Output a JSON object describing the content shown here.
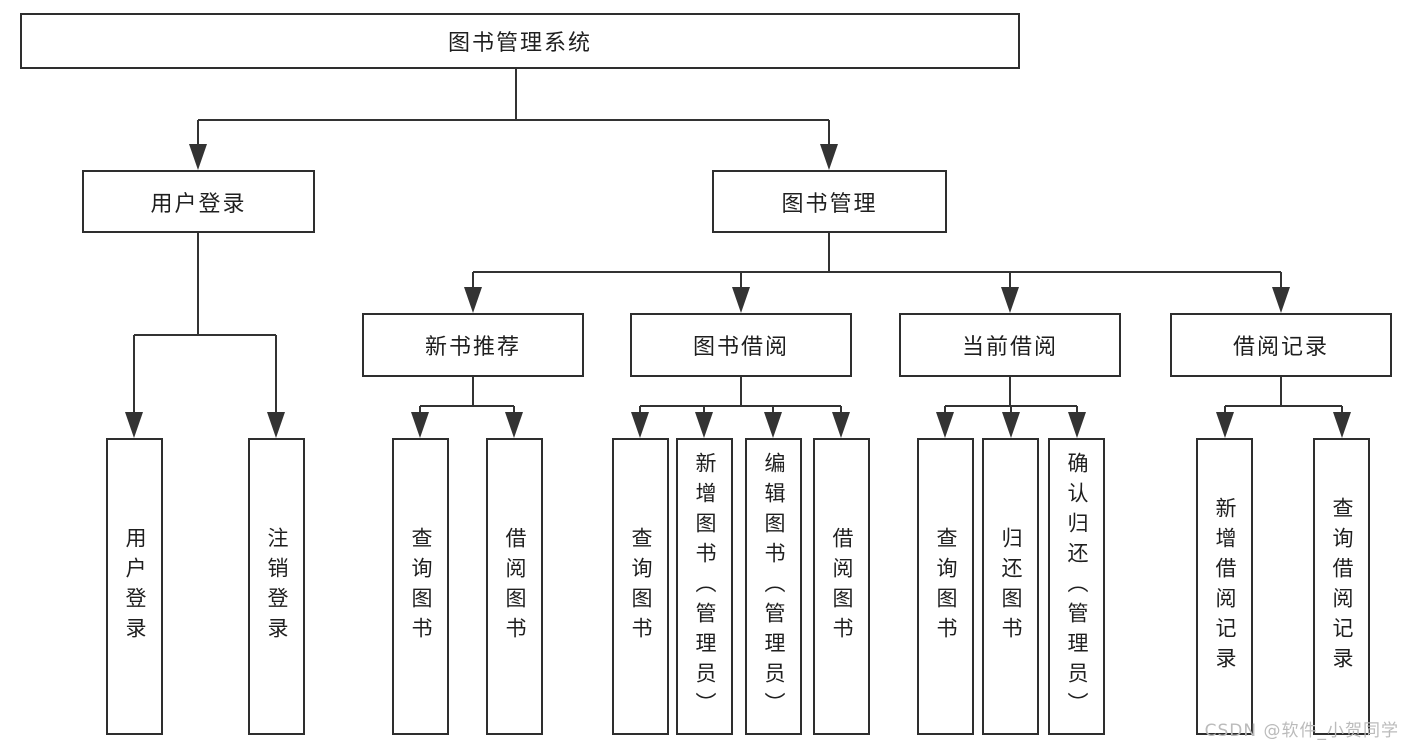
{
  "diagram": {
    "title": "图书管理系统",
    "level2": [
      {
        "label": "用户登录"
      },
      {
        "label": "图书管理"
      }
    ],
    "level3": [
      {
        "label": "新书推荐"
      },
      {
        "label": "图书借阅"
      },
      {
        "label": "当前借阅"
      },
      {
        "label": "借阅记录"
      }
    ],
    "leaves": {
      "user_login": [
        {
          "label": "用户登录"
        },
        {
          "label": "注销登录"
        }
      ],
      "new_book_rec": [
        {
          "label": "查询图书"
        },
        {
          "label": "借阅图书"
        }
      ],
      "book_borrow": [
        {
          "label": "查询图书"
        },
        {
          "label": "新增图书（管理员）"
        },
        {
          "label": "编辑图书（管理员）"
        },
        {
          "label": "借阅图书"
        }
      ],
      "current_borrow": [
        {
          "label": "查询图书"
        },
        {
          "label": "归还图书"
        },
        {
          "label": "确认归还（管理员）"
        }
      ],
      "borrow_records": [
        {
          "label": "新增借阅记录"
        },
        {
          "label": "查询借阅记录"
        }
      ]
    }
  },
  "watermark": {
    "text": "CSDN @软件_小贺同学"
  },
  "colors": {
    "line": "#333333",
    "box_border": "#2e2e2e",
    "text": "#1f1f1f",
    "background": "#ffffff",
    "watermark": "#bbbbbb"
  }
}
